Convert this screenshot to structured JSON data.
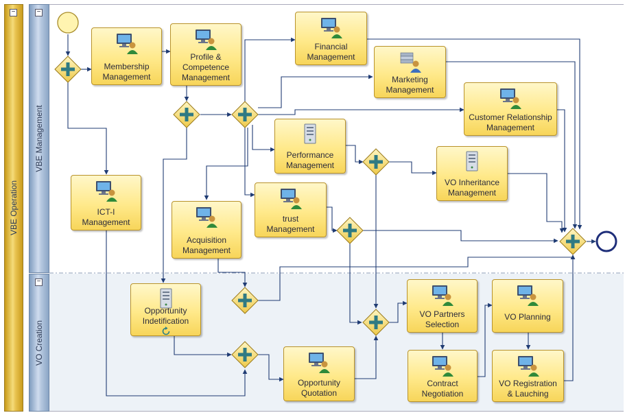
{
  "pool": {
    "label": "VBE Operation",
    "collapse_symbol": "−"
  },
  "lanes": {
    "management": {
      "label": "VBE Management",
      "collapse_symbol": "−"
    },
    "creation": {
      "label": "VO Creation",
      "collapse_symbol": "−"
    }
  },
  "tasks": {
    "membership": {
      "line1": "Membership",
      "line2": "Management",
      "icon": "user-computer-icon"
    },
    "profile": {
      "line1": "Profile &",
      "line2": "Competence",
      "line3": "Management",
      "icon": "user-computer-icon"
    },
    "financial": {
      "line1": "Financial",
      "line2": "Management",
      "icon": "user-computer-icon"
    },
    "marketing": {
      "line1": "Marketing",
      "line2": "Management",
      "icon": "user-documents-icon"
    },
    "customer": {
      "line1": "Customer Relationship",
      "line2": "Management",
      "icon": "user-computer-icon"
    },
    "ict": {
      "line1": "ICT-I",
      "line2": "Management",
      "icon": "user-computer-icon"
    },
    "performance": {
      "line1": "Performance",
      "line2": "Management",
      "icon": "server-icon"
    },
    "inheritance": {
      "line1": "VO Inheritance",
      "line2": "Management",
      "icon": "server-icon"
    },
    "trust": {
      "line1": "trust",
      "line2": "Management",
      "icon": "user-computer-icon"
    },
    "acquisition": {
      "line1": "Acquisition",
      "line2": "Management",
      "icon": "user-computer-icon"
    },
    "opportunity_id": {
      "line1": "Opportunity",
      "line2": "Indetification",
      "icon": "server-icon",
      "marker": "loop-icon"
    },
    "opportunity_quote": {
      "line1": "Opportunity",
      "line2": "Quotation",
      "icon": "user-computer-icon"
    },
    "partners": {
      "line1": "VO Partners",
      "line2": "Selection",
      "icon": "user-computer-icon"
    },
    "contract": {
      "line1": "Contract",
      "line2": "Negotiation",
      "icon": "user-computer-icon"
    },
    "planning": {
      "line1": "VO Planning",
      "icon": "user-computer-icon"
    },
    "registration": {
      "line1": "VO Registration",
      "line2": "& Lauching",
      "icon": "user-computer-icon"
    }
  },
  "colors": {
    "task_fill": "#ffe98a",
    "task_border": "#b8922a",
    "gateway_fill": "#f6dc6e",
    "gateway_plus": "#2f7a83",
    "flow_line": "#1f3b73",
    "start_event": "#fff4b0",
    "end_event": "#1f2f7a",
    "pool_header": "#e9c350",
    "lane_header": "#b6c8e0",
    "management_lane_bg": "#ffffff",
    "creation_lane_bg": "#edf2f7"
  }
}
